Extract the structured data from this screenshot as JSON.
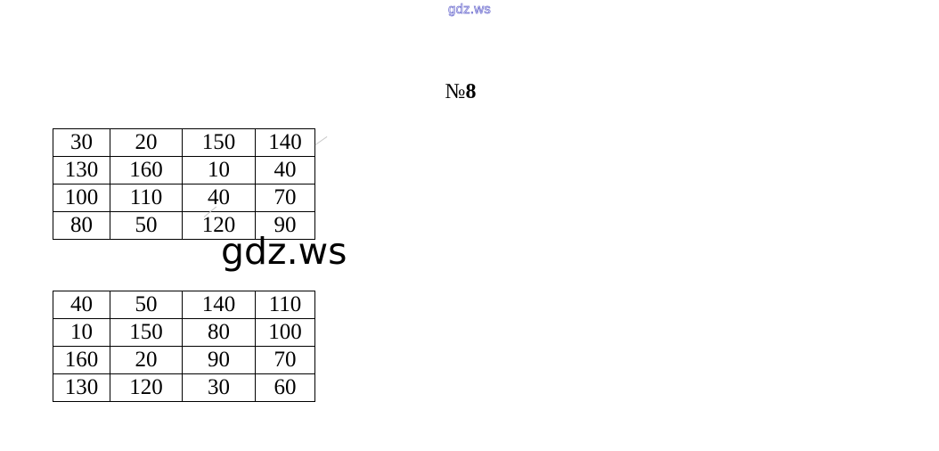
{
  "watermark_top": "gdz.ws",
  "task": {
    "prefix": "№",
    "number": "8"
  },
  "tables": [
    {
      "rows": [
        [
          "30",
          "20",
          "150",
          "140"
        ],
        [
          "130",
          "160",
          "10",
          "40"
        ],
        [
          "100",
          "110",
          "40",
          "70"
        ],
        [
          "80",
          "50",
          "120",
          "90"
        ]
      ]
    },
    {
      "rows": [
        [
          "40",
          "50",
          "140",
          "110"
        ],
        [
          "10",
          "150",
          "80",
          "100"
        ],
        [
          "160",
          "20",
          "90",
          "70"
        ],
        [
          "130",
          "120",
          "30",
          "60"
        ]
      ]
    }
  ],
  "watermark_center": "gdz.ws"
}
